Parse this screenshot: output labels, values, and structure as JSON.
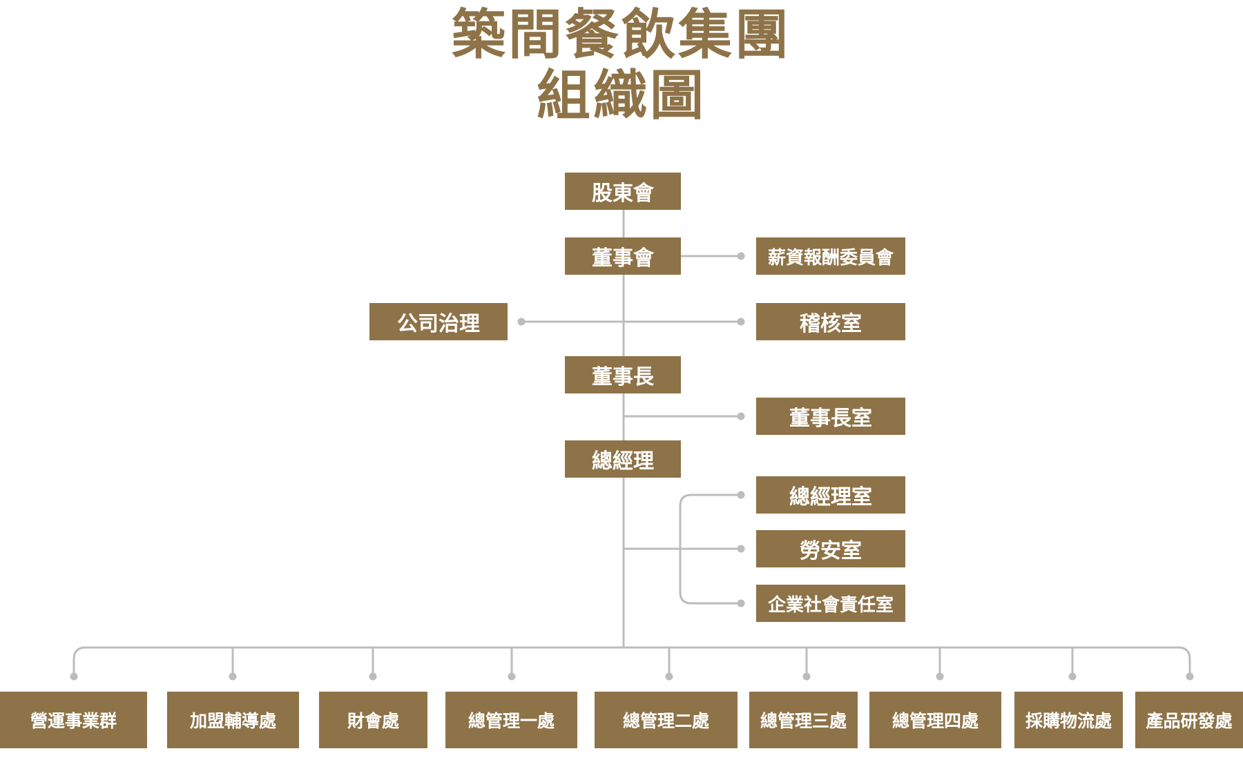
{
  "title": {
    "line1": "築間餐飲集團",
    "line2": "組織圖"
  },
  "colors": {
    "box": "#8e7348",
    "line": "#bcbcbc",
    "text": "#ffffff"
  },
  "nodes": {
    "shareholders": "股東會",
    "board": "董事會",
    "remuneration_committee": "薪資報酬委員會",
    "corporate_governance": "公司治理",
    "audit_office": "稽核室",
    "chairman": "董事長",
    "chairman_office": "董事長室",
    "general_manager": "總經理",
    "gm_office": "總經理室",
    "labor_safety_office": "勞安室",
    "csr_office": "企業社會責任室"
  },
  "departments": [
    "營運事業群",
    "加盟輔導處",
    "財會處",
    "總管理一處",
    "總管理二處",
    "總管理三處",
    "總管理四處",
    "採購物流處",
    "產品研發處"
  ]
}
